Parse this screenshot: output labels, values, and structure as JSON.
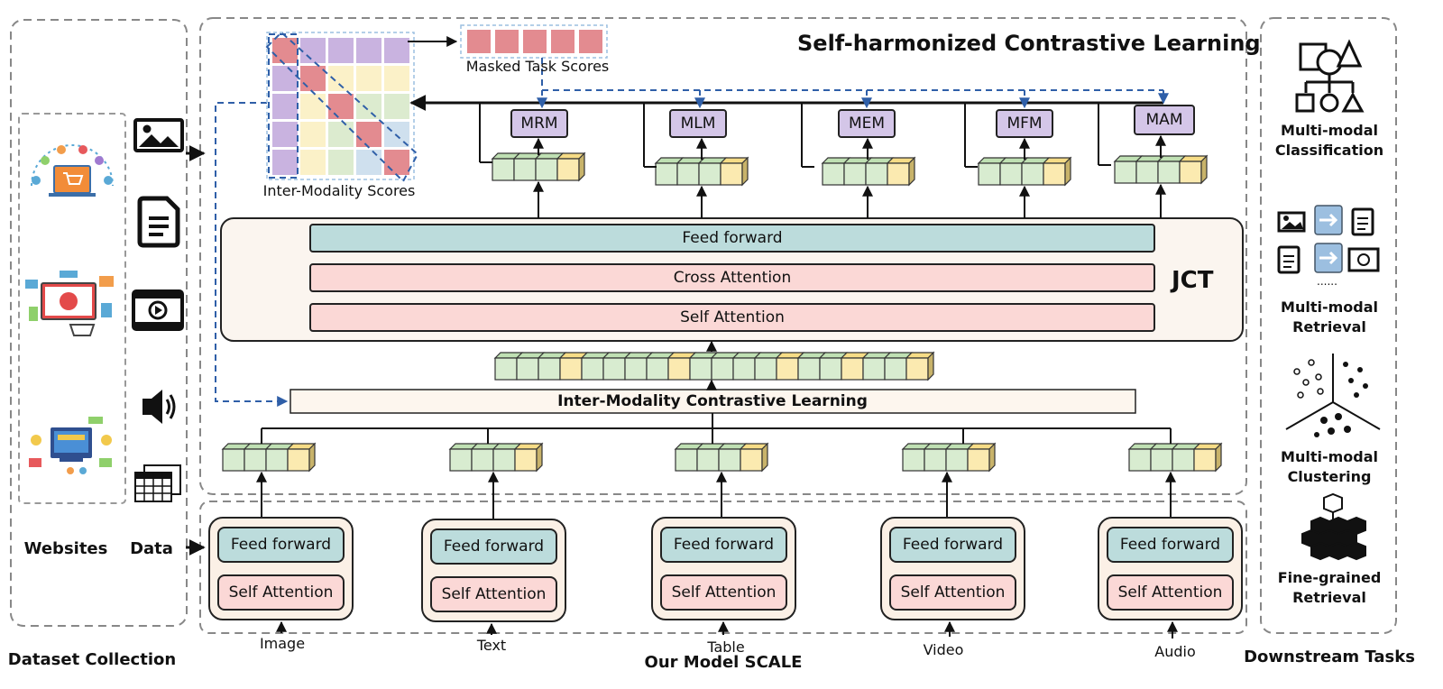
{
  "title": "Self-harmonized Contrastive Learning",
  "sections": {
    "dataset_collection": "Dataset Collection",
    "websites": "Websites",
    "data": "Data",
    "our_model": "Our Model SCALE",
    "downstream": "Downstream Tasks"
  },
  "scores": {
    "masked_task_scores": "Masked Task Scores",
    "inter_modality_scores": "Inter-Modality Scores"
  },
  "mask_tasks": [
    "MRM",
    "MLM",
    "MEM",
    "MFM",
    "MAM"
  ],
  "jct": {
    "label": "JCT",
    "feed_forward": "Feed forward",
    "cross_attention": "Cross Attention",
    "self_attention": "Self Attention"
  },
  "inter_modality_cl": "Inter-Modality Contrastive Learning",
  "encoders": [
    {
      "modality": "Image",
      "ff": "Feed forward",
      "sa": "Self Attention"
    },
    {
      "modality": "Text",
      "ff": "Feed forward",
      "sa": "Self Attention"
    },
    {
      "modality": "Table",
      "ff": "Feed forward",
      "sa": "Self Attention"
    },
    {
      "modality": "Video",
      "ff": "Feed forward",
      "sa": "Self Attention"
    },
    {
      "modality": "Audio",
      "ff": "Feed forward",
      "sa": "Self Attention"
    }
  ],
  "downstream_tasks": [
    {
      "line1": "Multi-modal",
      "line2": "Classification"
    },
    {
      "line1": "Multi-modal",
      "line2": "Retrieval"
    },
    {
      "line1": "Multi-modal",
      "line2": "Clustering"
    },
    {
      "line1": "Fine-grained",
      "line2": "Retrieval"
    }
  ],
  "colors": {
    "feed_forward": "#bcdcdc",
    "self_attention": "#fbd8d6",
    "mask_task": "#d4c6e8",
    "token_green": "#d8ecd0",
    "token_yellow": "#fbeab0",
    "dashed_blue": "#2f5fa8",
    "masked_score": "#e38b90",
    "matrix_diag": "#e38b90",
    "matrix_purple": "#c9b3e0",
    "matrix_yellow": "#fbf1c8",
    "matrix_green": "#dcebcf",
    "matrix_blue": "#cfe0ee"
  },
  "icons": [
    "image-icon",
    "document-icon",
    "video-icon",
    "speaker-icon",
    "table-icon",
    "shopping-cart-icon",
    "shapes-hierarchy-icon",
    "retrieval-icon",
    "clustering-icon",
    "cubes-icon"
  ]
}
